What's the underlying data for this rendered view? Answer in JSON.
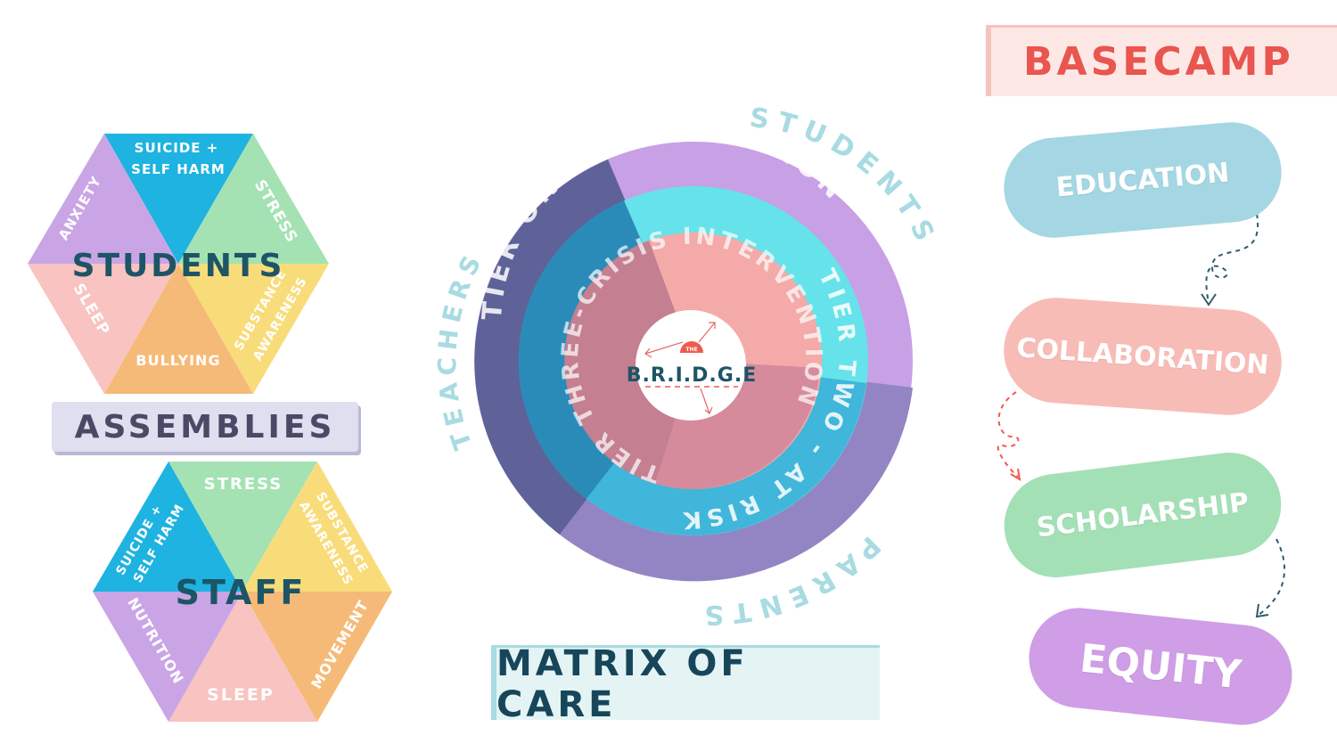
{
  "students_hex": {
    "center_label": "STUDENTS",
    "segments": [
      {
        "label": "SUICIDE +",
        "label2": "SELF HARM",
        "color": "#1eb3e0"
      },
      {
        "label": "STRESS",
        "color": "#a4e2b4"
      },
      {
        "label": "SUBSTANCE",
        "label2": "AWARENESS",
        "color": "#f9dc7a"
      },
      {
        "label": "BULLYING",
        "color": "#f6ba78"
      },
      {
        "label": "SLEEP",
        "color": "#f8c3c0"
      },
      {
        "label": "ANXIETY",
        "color": "#c9a5e6"
      }
    ]
  },
  "assemblies_label": "ASSEMBLIES",
  "staff_hex": {
    "center_label": "STAFF",
    "segments": [
      {
        "label": "STRESS",
        "color": "#a4e2b4"
      },
      {
        "label": "SUBSTANCE",
        "label2": "AWARENESS",
        "color": "#f9dc7a"
      },
      {
        "label": "MOVEMENT",
        "color": "#f6ba78"
      },
      {
        "label": "SLEEP",
        "color": "#f8c3c0"
      },
      {
        "label": "NUTRITION",
        "color": "#c9a5e6"
      },
      {
        "label": "SUICIDE +",
        "label2": "SELF HARM",
        "color": "#1eb3e0"
      }
    ]
  },
  "matrix": {
    "outer_labels": {
      "top_right": "STUDENTS",
      "left": "TEACHERS",
      "bottom_right": "PARENTS"
    },
    "tier_one": "TIER ONE - PREVENTION",
    "tier_two": "TIER TWO - AT RISK",
    "tier_three": "TIER THREE-CRISIS INTERVENTION",
    "logo_small": "THE",
    "logo_text": "B.R.I.D.G.E",
    "title": "MATRIX OF CARE",
    "colors": {
      "ring_purple": "#c8a0e6",
      "ring_dark": "#5e6298",
      "ring_violet": "#9385c4",
      "mid_blue": "#2b8bb8",
      "mid_cyan": "#66e2ea",
      "mid_teal": "#3fb6da",
      "inner_mauve": "#c47f91",
      "inner_pink": "#f4aaa8",
      "inner_rose": "#d58b9b"
    }
  },
  "basecamp": {
    "title": "BASECAMP",
    "steps": [
      {
        "label": "EDUCATION",
        "color": "#a4d7e3"
      },
      {
        "label": "COLLABORATION",
        "color": "#f8bcb7"
      },
      {
        "label": "SCHOLARSHIP",
        "color": "#a4e0b6"
      },
      {
        "label": "EQUITY",
        "color": "#cf9ee6"
      }
    ]
  }
}
